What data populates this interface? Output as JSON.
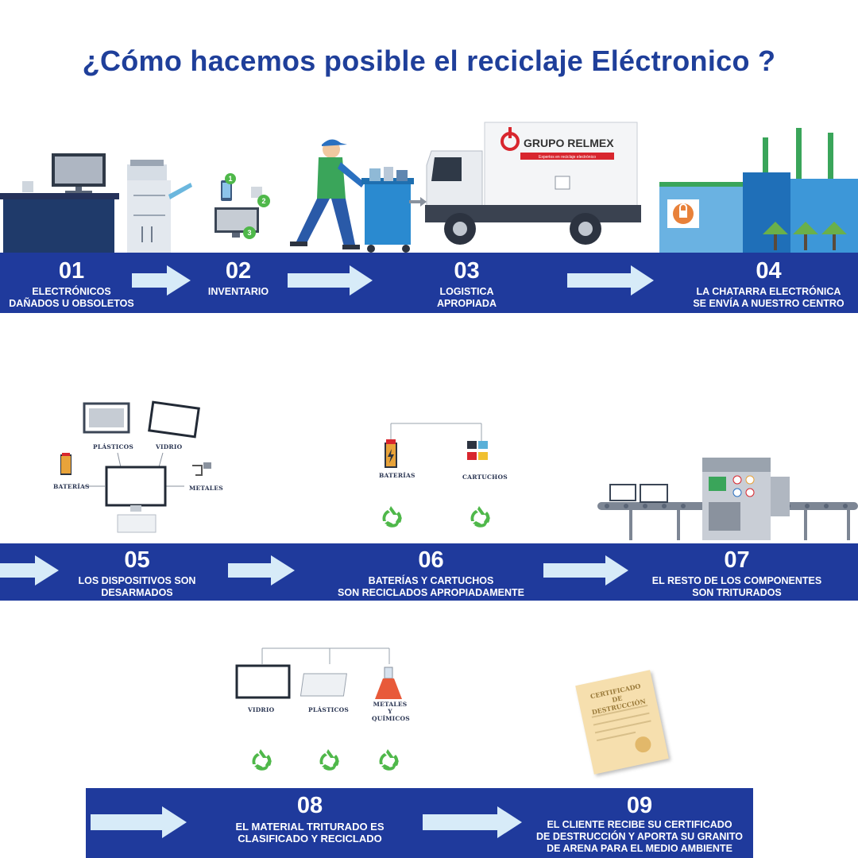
{
  "title": "¿Cómo hacemos posible el reciclaje Eléctronico ?",
  "colors": {
    "band": "#1f3a9c",
    "title": "#1f3f9a",
    "arrow": "#d7ebf8",
    "recycle": "#4fb84a"
  },
  "steps": [
    {
      "num": "01",
      "label_lines": [
        "ELECTRÓNICOS",
        "DAÑADOS U OBSOLETOS"
      ]
    },
    {
      "num": "02",
      "label_lines": [
        "INVENTARIO"
      ]
    },
    {
      "num": "03",
      "label_lines": [
        "LOGISTICA",
        "APROPIADA"
      ]
    },
    {
      "num": "04",
      "label_lines": [
        "LA CHATARRA ELECTRÓNICA",
        "SE ENVÍA A NUESTRO CENTRO"
      ]
    },
    {
      "num": "05",
      "label_lines": [
        "LOS DISPOSITIVOS SON",
        "DESARMADOS"
      ]
    },
    {
      "num": "06",
      "label_lines": [
        "BATERÍAS Y CARTUCHOS",
        "SON RECICLADOS APROPIADAMENTE"
      ]
    },
    {
      "num": "07",
      "label_lines": [
        "EL RESTO DE LOS COMPONENTES",
        "SON TRITURADOS"
      ]
    },
    {
      "num": "08",
      "label_lines": [
        "EL MATERIAL TRITURADO ES",
        "CLASIFICADO Y RECICLADO"
      ]
    },
    {
      "num": "09",
      "label_lines": [
        "EL CLIENTE RECIBE SU CERTIFICADO",
        "DE DESTRUCCIÓN Y APORTA SU GRANITO",
        "DE ARENA PARA EL MEDIO AMBIENTE"
      ]
    }
  ],
  "truck": {
    "brand": "GRUPO RELMEX",
    "tagline": "Expertos en reciclaje electrónico"
  },
  "materials_05": [
    "PLÁSTICOS",
    "VIDRIO",
    "BATERÍAS",
    "METALES"
  ],
  "materials_06": [
    "BATERÍAS",
    "CARTUCHOS"
  ],
  "materials_08": [
    "VIDRIO",
    "PLÁSTICOS",
    "METALES Y QUÍMICOS"
  ],
  "certificate": "CERTIFICADO DE DESTRUCCIÓN",
  "icons": [
    "arrow-right-icon",
    "recycle-icon",
    "desk-computer-icon",
    "truck-icon",
    "factory-icon",
    "lock-icon",
    "battery-icon",
    "cartridge-icon",
    "monitor-icon",
    "keyboard-icon",
    "flask-icon",
    "shredder-machine-icon",
    "certificate-icon"
  ]
}
